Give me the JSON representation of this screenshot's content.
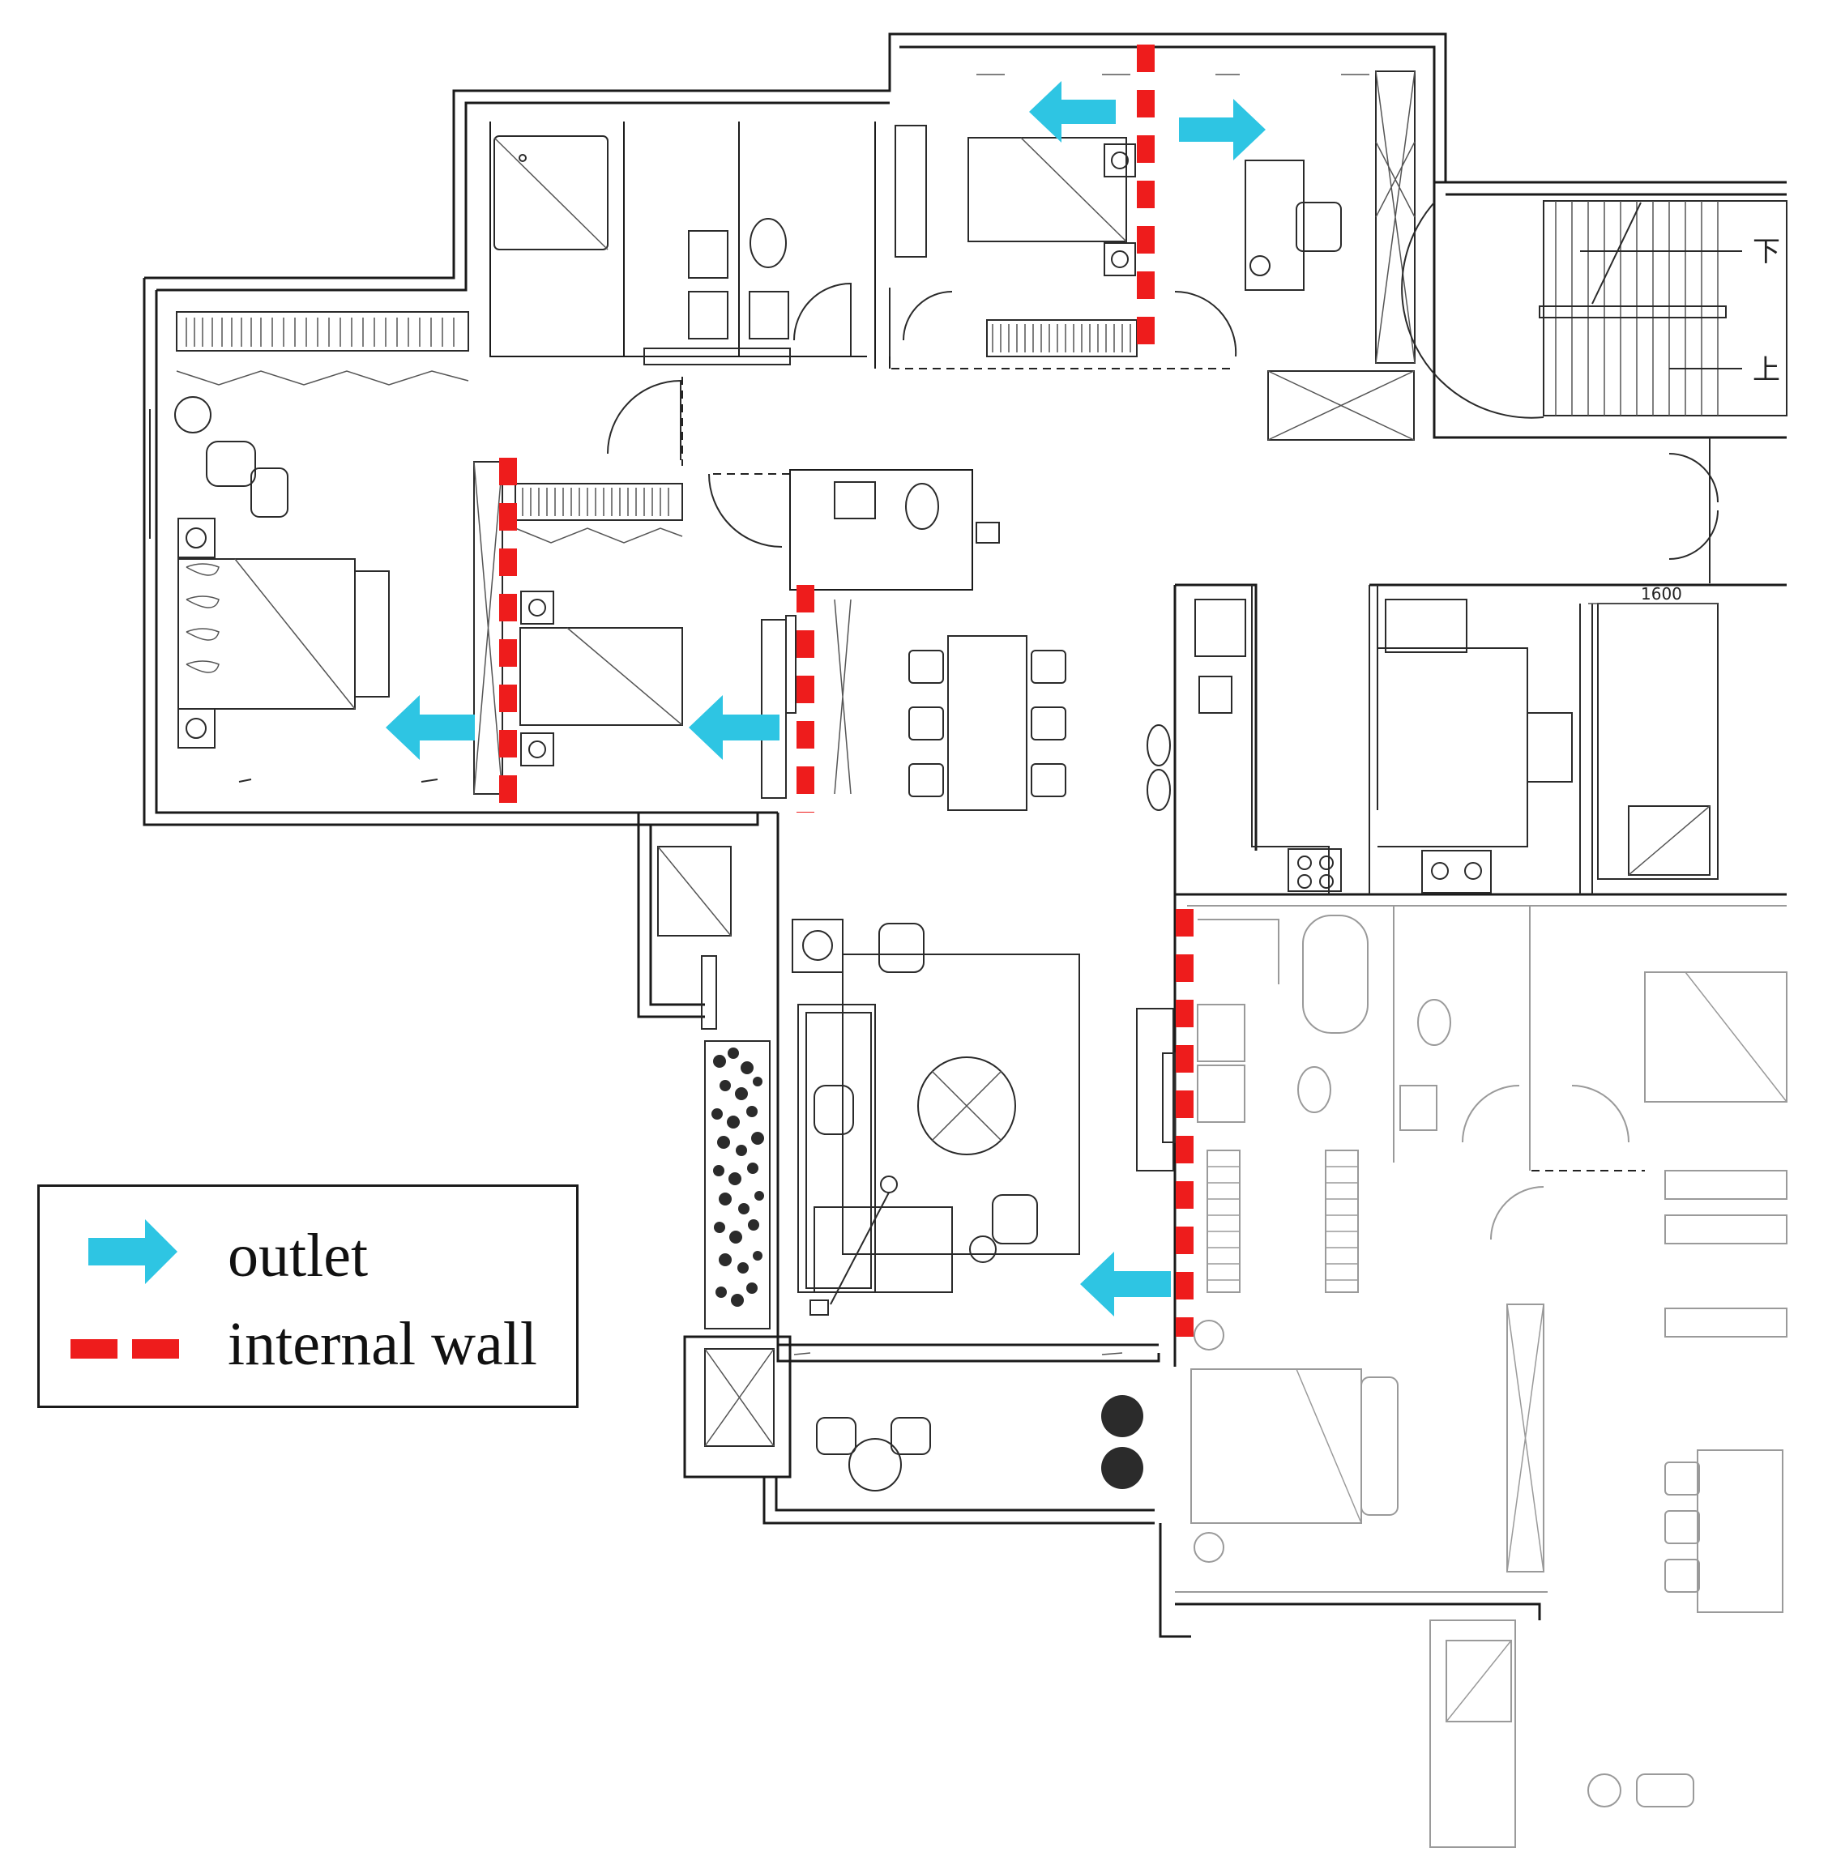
{
  "legend": {
    "outlet_label": "outlet",
    "internal_wall_label": "internal wall"
  },
  "stair_labels": {
    "down": "下",
    "up": "上"
  },
  "dimension_label": "1600",
  "colors": {
    "outlet": "#2ec5e3",
    "internal_wall": "#ee1c1c",
    "wall": "#1a1a1a",
    "ghost": "#9a9a9a"
  },
  "icons": {
    "outlet": "arrow-icon",
    "internal_wall": "dashed-line-icon"
  }
}
